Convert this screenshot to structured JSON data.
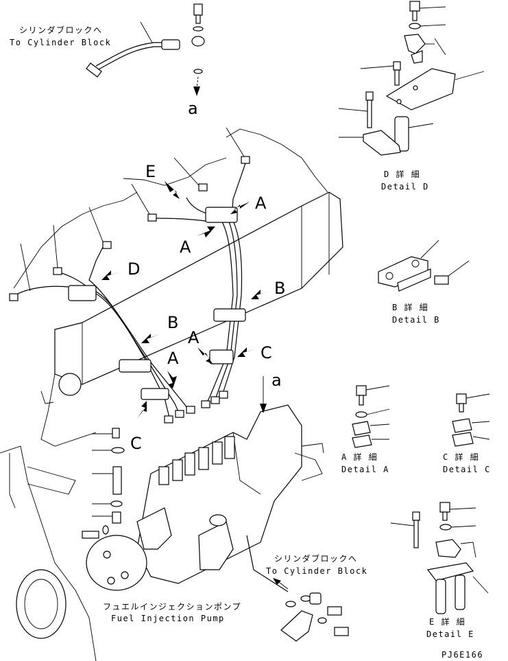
{
  "labels": {
    "to_cyl_jp_1": "シリンダブロックへ",
    "to_cyl_en_1": "To Cylinder Block",
    "to_cyl_jp_2": "シリンダブロックへ",
    "to_cyl_en_2": "To Cylinder Block",
    "pump_jp": "フュエルインジェクションポンプ",
    "pump_en": "Fuel Injection Pump",
    "ref_a_top": "a",
    "ref_a_pump": "a",
    "drawing_code": "PJ6E166"
  },
  "callouts": {
    "A1": "A",
    "A2": "A",
    "A3": "A",
    "A4": "A",
    "B1": "B",
    "B2": "B",
    "C1": "C",
    "C2": "C",
    "D": "D",
    "E": "E"
  },
  "details": {
    "d_jp": "D 詳 細",
    "d_en": "Detail D",
    "b_jp": "B 詳 細",
    "b_en": "Detail B",
    "a_jp": "A 詳 細",
    "a_en": "Detail A",
    "c_jp": "C 詳 細",
    "c_en": "Detail C",
    "e_jp": "E 詳 細",
    "e_en": "Detail E"
  }
}
